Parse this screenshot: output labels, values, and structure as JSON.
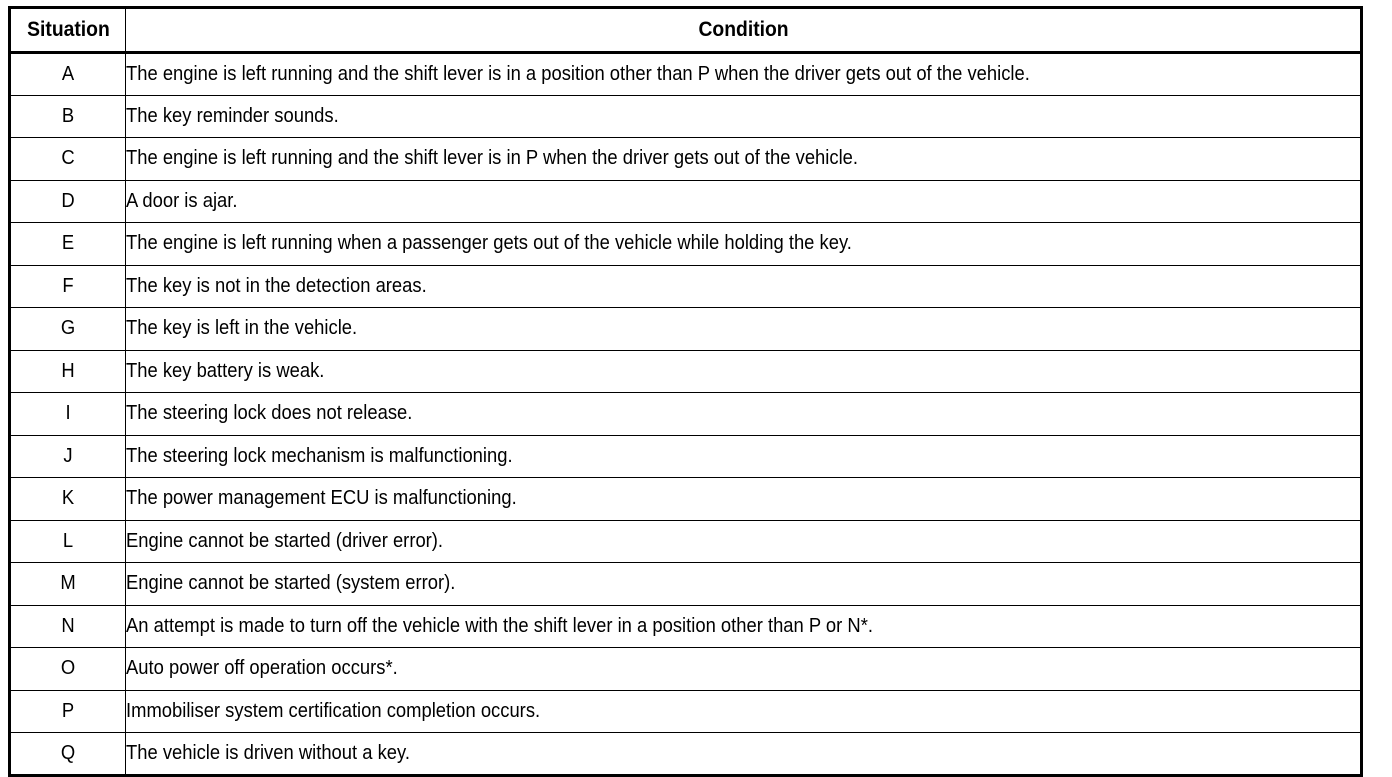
{
  "table": {
    "name": "situation-condition-table",
    "columns": [
      {
        "key": "situation",
        "label": "Situation",
        "align": "center"
      },
      {
        "key": "condition",
        "label": "Condition",
        "align": "center"
      }
    ],
    "rows": [
      {
        "situation": "A",
        "condition": "The engine is left running and the shift lever is in a position other than P when the driver gets out of the vehicle."
      },
      {
        "situation": "B",
        "condition": "The key reminder sounds."
      },
      {
        "situation": "C",
        "condition": "The engine is left running and the shift lever is in P when the driver gets out of the vehicle."
      },
      {
        "situation": "D",
        "condition": "A door is ajar."
      },
      {
        "situation": "E",
        "condition": "The engine is left running when a passenger gets out of the vehicle while holding the key."
      },
      {
        "situation": "F",
        "condition": "The key is not in the detection areas."
      },
      {
        "situation": "G",
        "condition": "The key is left in the vehicle."
      },
      {
        "situation": "H",
        "condition": "The key battery is weak."
      },
      {
        "situation": "I",
        "condition": "The steering lock does not release."
      },
      {
        "situation": "J",
        "condition": "The steering lock mechanism is malfunctioning."
      },
      {
        "situation": "K",
        "condition": "The power management ECU is malfunctioning."
      },
      {
        "situation": "L",
        "condition": "Engine cannot be started (driver error)."
      },
      {
        "situation": "M",
        "condition": "Engine cannot be started (system error)."
      },
      {
        "situation": "N",
        "condition": "An attempt is made to turn off the vehicle with the shift lever in a position other than P or N*."
      },
      {
        "situation": "O",
        "condition": "Auto power off operation occurs*."
      },
      {
        "situation": "P",
        "condition": "Immobiliser system certification completion occurs."
      },
      {
        "situation": "Q",
        "condition": "The vehicle is driven without a key."
      }
    ]
  },
  "style": {
    "text_color": "#000000",
    "background_color": "#ffffff",
    "border_color": "#000000"
  }
}
